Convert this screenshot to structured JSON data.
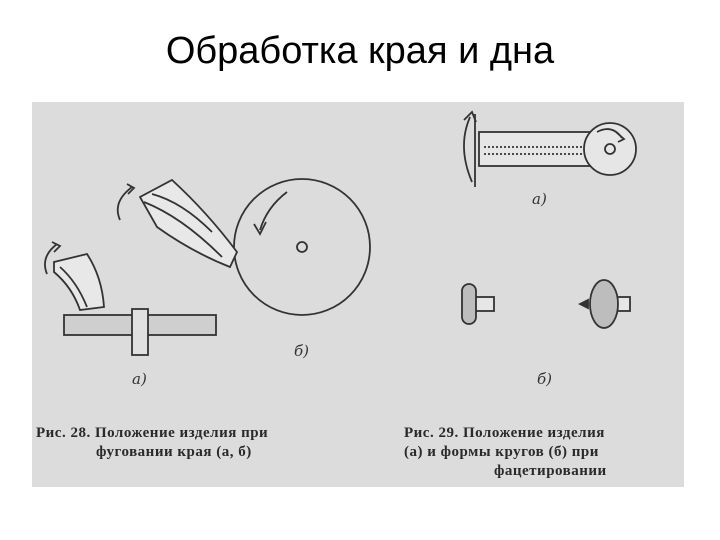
{
  "slide": {
    "title": "Обработка края и дна"
  },
  "figure28": {
    "label_a": "а)",
    "label_b": "б)",
    "caption_line1": "Рис. 28. Положение изделия при",
    "caption_line2": "фуговании края (а, б)"
  },
  "figure29": {
    "label_a": "а)",
    "label_b": "б)",
    "caption_line1": "Рис. 29. Положение изделия",
    "caption_line2": "(а) и формы кругов (б) при",
    "caption_line3": "фацетировании"
  },
  "colors": {
    "scan_background": "#dcdcdc",
    "ink": "#333333"
  }
}
